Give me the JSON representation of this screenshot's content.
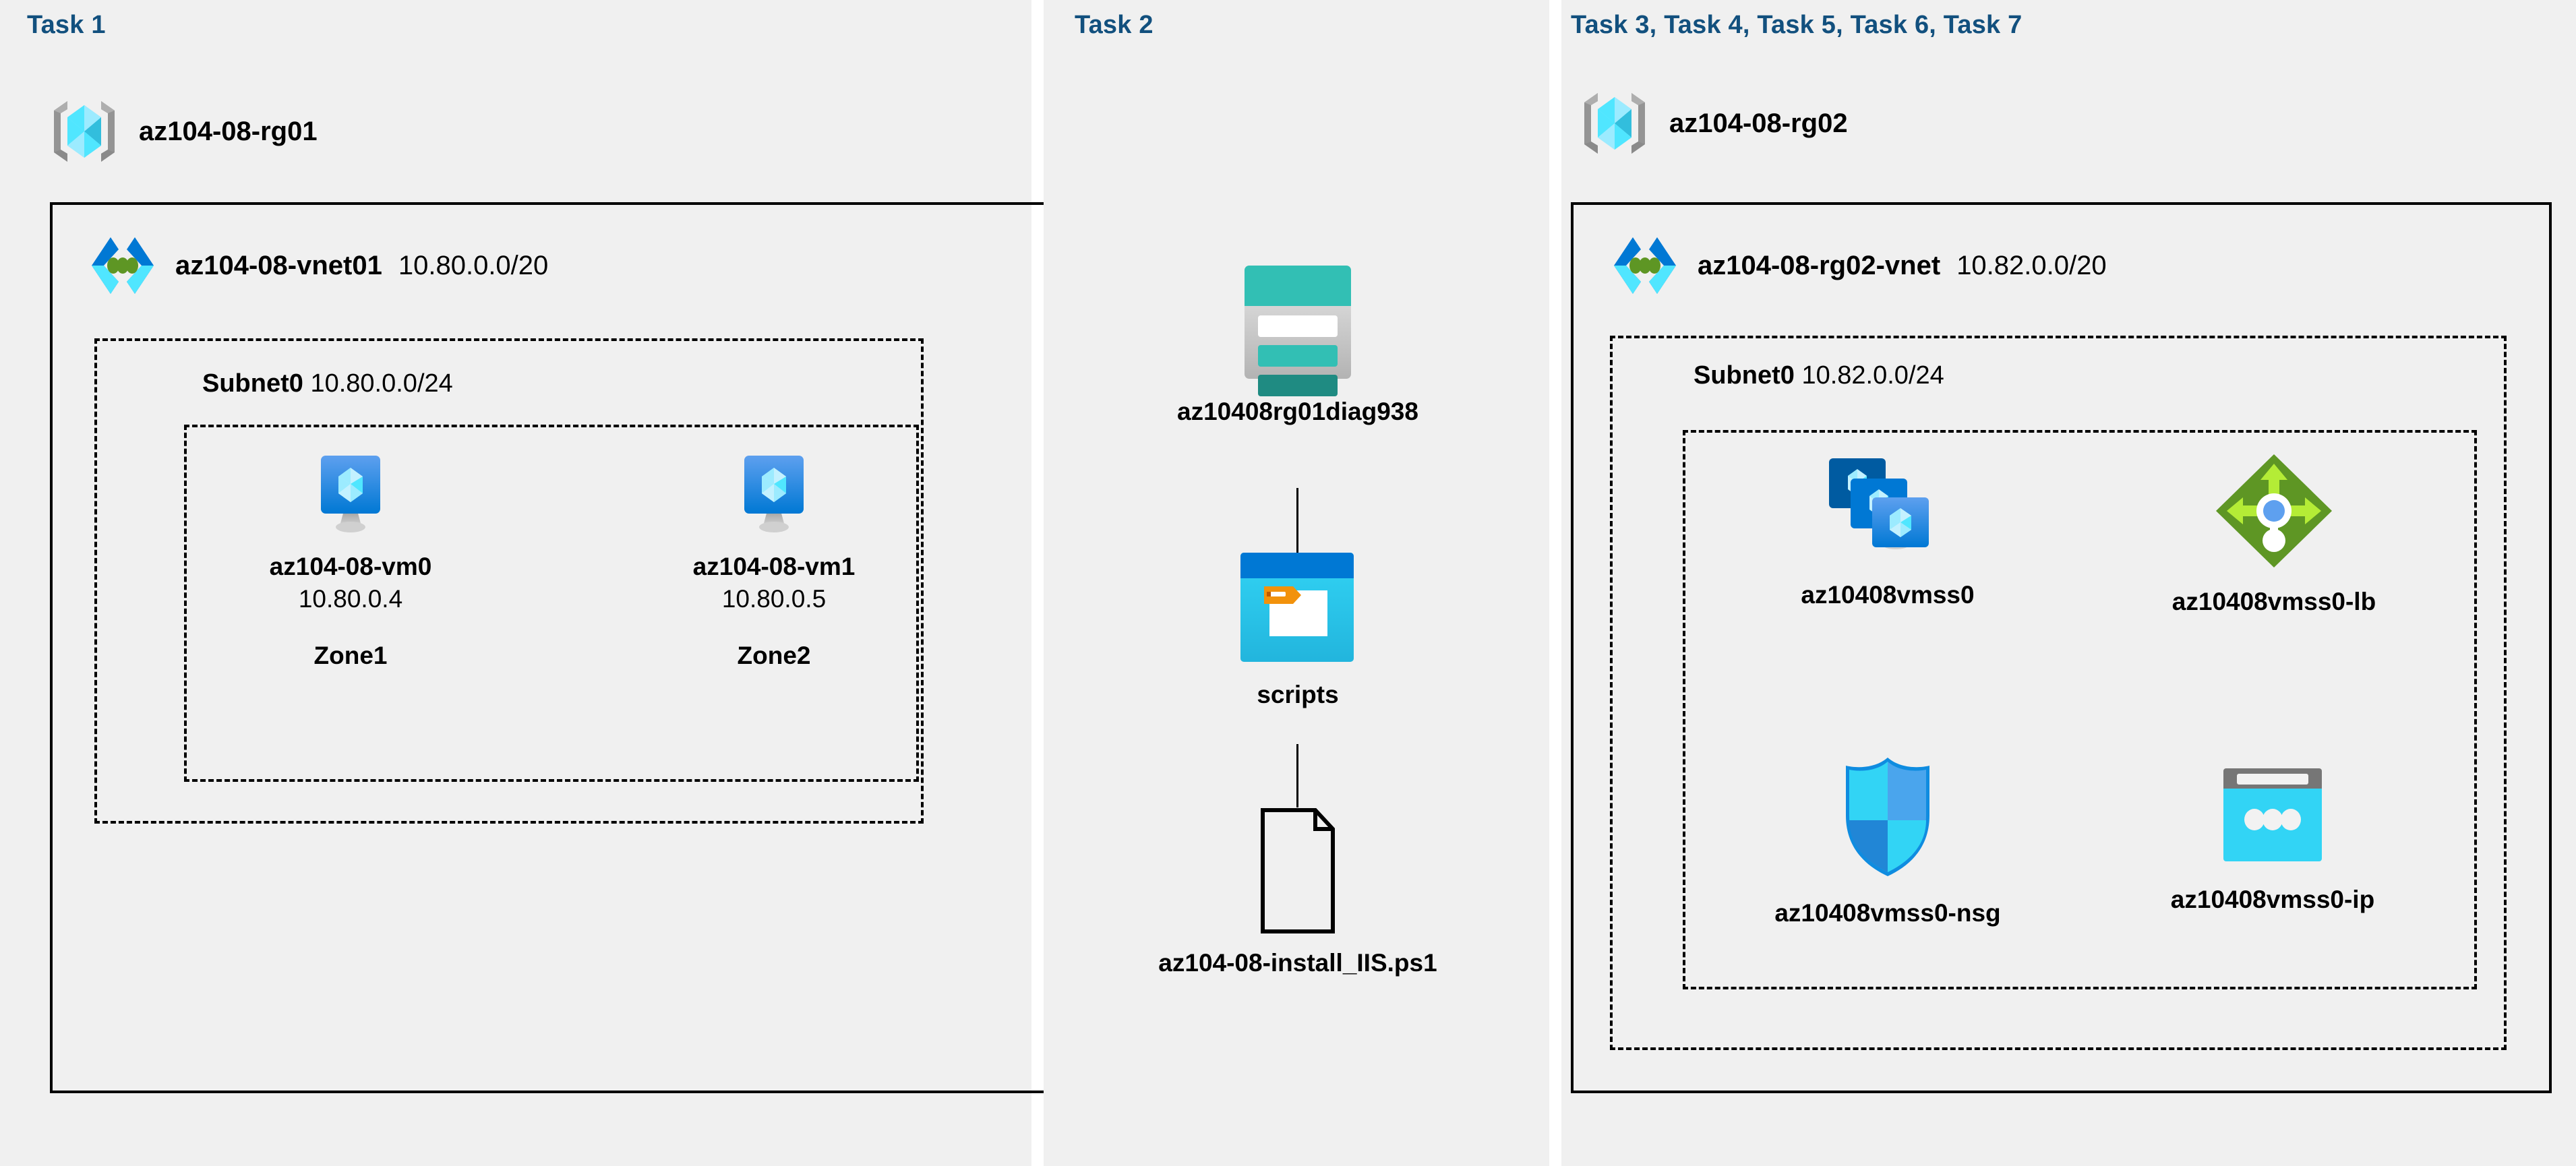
{
  "colors": {
    "panel_bg": "#f0f0f0",
    "page_bg": "#ffffff",
    "task_header": "#12507e",
    "border": "#000000",
    "azure_cyan": "#50e6ff",
    "azure_blue": "#0078d4",
    "azure_dark_blue": "#005ba1",
    "rg_gray": "#949494",
    "storage_teal": "#32bfb4",
    "storage_teal_dark": "#1f8b82",
    "lb_green": "#5e9624",
    "lb_light_green": "#b4ec36",
    "nsg_cyan": "#32d4f5",
    "ip_gray": "#767676"
  },
  "panels": [
    {
      "id": "task1",
      "header": "Task 1"
    },
    {
      "id": "task2",
      "header": "Task 2"
    },
    {
      "id": "task3",
      "header": "Task 3, Task 4, Task 5, Task 6, Task 7"
    }
  ],
  "task1": {
    "header": "Task 1",
    "resource_group": {
      "name": "az104-08-rg01",
      "icon": "resource-group-icon"
    },
    "vnet": {
      "name": "az104-08-vnet01",
      "cidr": "10.80.0.0/20",
      "icon": "virtual-network-icon"
    },
    "subnet": {
      "name": "Subnet0",
      "cidr": "10.80.0.0/24"
    },
    "vms": [
      {
        "name": "az104-08-vm0",
        "ip": "10.80.0.4",
        "zone": "Zone1",
        "icon": "virtual-machine-icon"
      },
      {
        "name": "az104-08-vm1",
        "ip": "10.80.0.5",
        "zone": "Zone2",
        "icon": "virtual-machine-icon"
      }
    ]
  },
  "task2": {
    "header": "Task 2",
    "nodes": [
      {
        "name": "az10408rg01diag938",
        "icon": "storage-account-icon"
      },
      {
        "name": "scripts",
        "icon": "blob-container-icon"
      },
      {
        "name": "az104-08-install_IIS.ps1",
        "icon": "script-file-icon"
      }
    ]
  },
  "task3": {
    "header": "Task 3, Task 4, Task 5, Task 6, Task 7",
    "resource_group": {
      "name": "az104-08-rg02",
      "icon": "resource-group-icon"
    },
    "vnet": {
      "name": "az104-08-rg02-vnet",
      "cidr": "10.82.0.0/20",
      "icon": "virtual-network-icon"
    },
    "subnet": {
      "name": "Subnet0",
      "cidr": "10.82.0.0/24"
    },
    "resources": [
      {
        "name": "az10408vmss0",
        "icon": "vm-scale-set-icon"
      },
      {
        "name": "az10408vmss0-lb",
        "icon": "load-balancer-icon"
      },
      {
        "name": "az10408vmss0-nsg",
        "icon": "network-security-group-icon"
      },
      {
        "name": "az10408vmss0-ip",
        "icon": "public-ip-address-icon"
      }
    ]
  }
}
